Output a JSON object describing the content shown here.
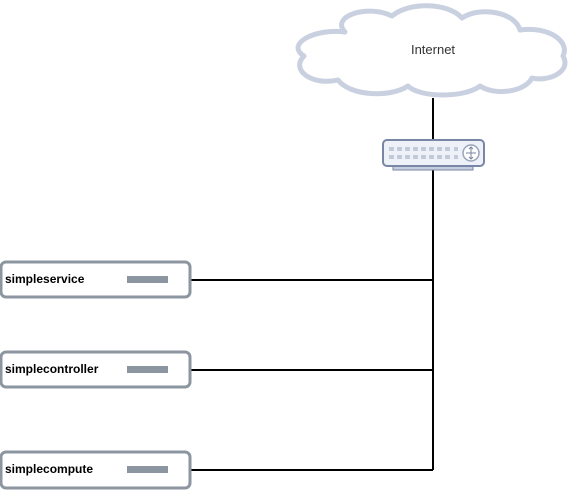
{
  "diagram": {
    "cloud_label": "Internet",
    "servers": [
      {
        "label": "simpleservice"
      },
      {
        "label": "simplecontroller"
      },
      {
        "label": "simplecompute"
      }
    ]
  },
  "colors": {
    "cloud_fill": "#ffffff",
    "cloud_stroke": "#c9d0e0",
    "server_stroke": "#8c96a1",
    "server_slot": "#8c96a1",
    "switch_fill": "#eef1f8",
    "switch_stroke": "#7a86a6",
    "wire": "#000000"
  },
  "icons": {
    "cloud": "cloud-icon",
    "switch": "network-switch-icon"
  }
}
